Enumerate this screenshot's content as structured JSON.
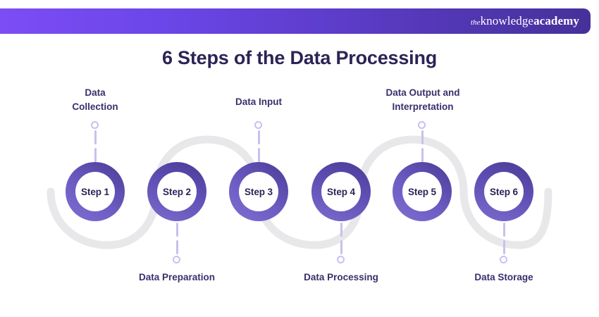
{
  "header": {
    "brand": {
      "prefix": "the",
      "word1": "knowledge",
      "word2": "academy"
    },
    "gradient_start": "#7c4df5",
    "gradient_end": "#45319a"
  },
  "title": "6 Steps of the Data Processing",
  "colors": {
    "title": "#2b2456",
    "caption": "#3a2f6b",
    "connector": "#c9c0ee",
    "wave": "#e8e8ea",
    "ring_dark": "#4a3b96",
    "ring_light": "#7d6fd1"
  },
  "diagram": {
    "type": "process-flow",
    "step_count": 6,
    "steps": [
      {
        "id": 1,
        "badge": "Step 1",
        "caption": "Data\nCollection",
        "caption_position": "top"
      },
      {
        "id": 2,
        "badge": "Step 2",
        "caption": "Data Preparation",
        "caption_position": "bottom"
      },
      {
        "id": 3,
        "badge": "Step 3",
        "caption": "Data Input",
        "caption_position": "top"
      },
      {
        "id": 4,
        "badge": "Step 4",
        "caption": "Data Processing",
        "caption_position": "bottom"
      },
      {
        "id": 5,
        "badge": "Step 5",
        "caption": "Data Output and\nInterpretation",
        "caption_position": "top"
      },
      {
        "id": 6,
        "badge": "Step 6",
        "caption": "Data Storage",
        "caption_position": "bottom"
      }
    ]
  }
}
